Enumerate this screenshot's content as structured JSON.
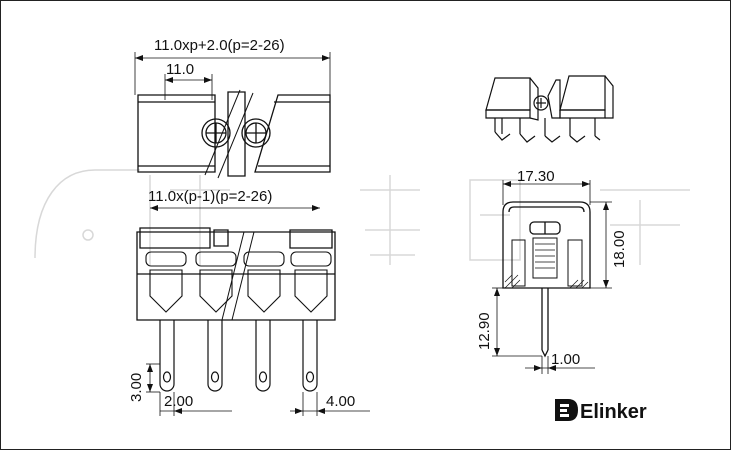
{
  "top_view": {
    "overall_dim": "11.0xp+2.0(p=2-26)",
    "pitch_dim": "11.0",
    "inner_dim": "11.0x(p-1)(p=2-26)"
  },
  "front_view": {
    "pin_dim": "3.00",
    "pin_width_dim": "2.00",
    "pin_gap_dim": "4.00"
  },
  "side_view": {
    "width_dim": "17.30",
    "height_dim": "18.00",
    "pin_length_dim": "12.90",
    "pin_thickness_dim": "1.00"
  },
  "brand": {
    "name": "Elinker"
  }
}
